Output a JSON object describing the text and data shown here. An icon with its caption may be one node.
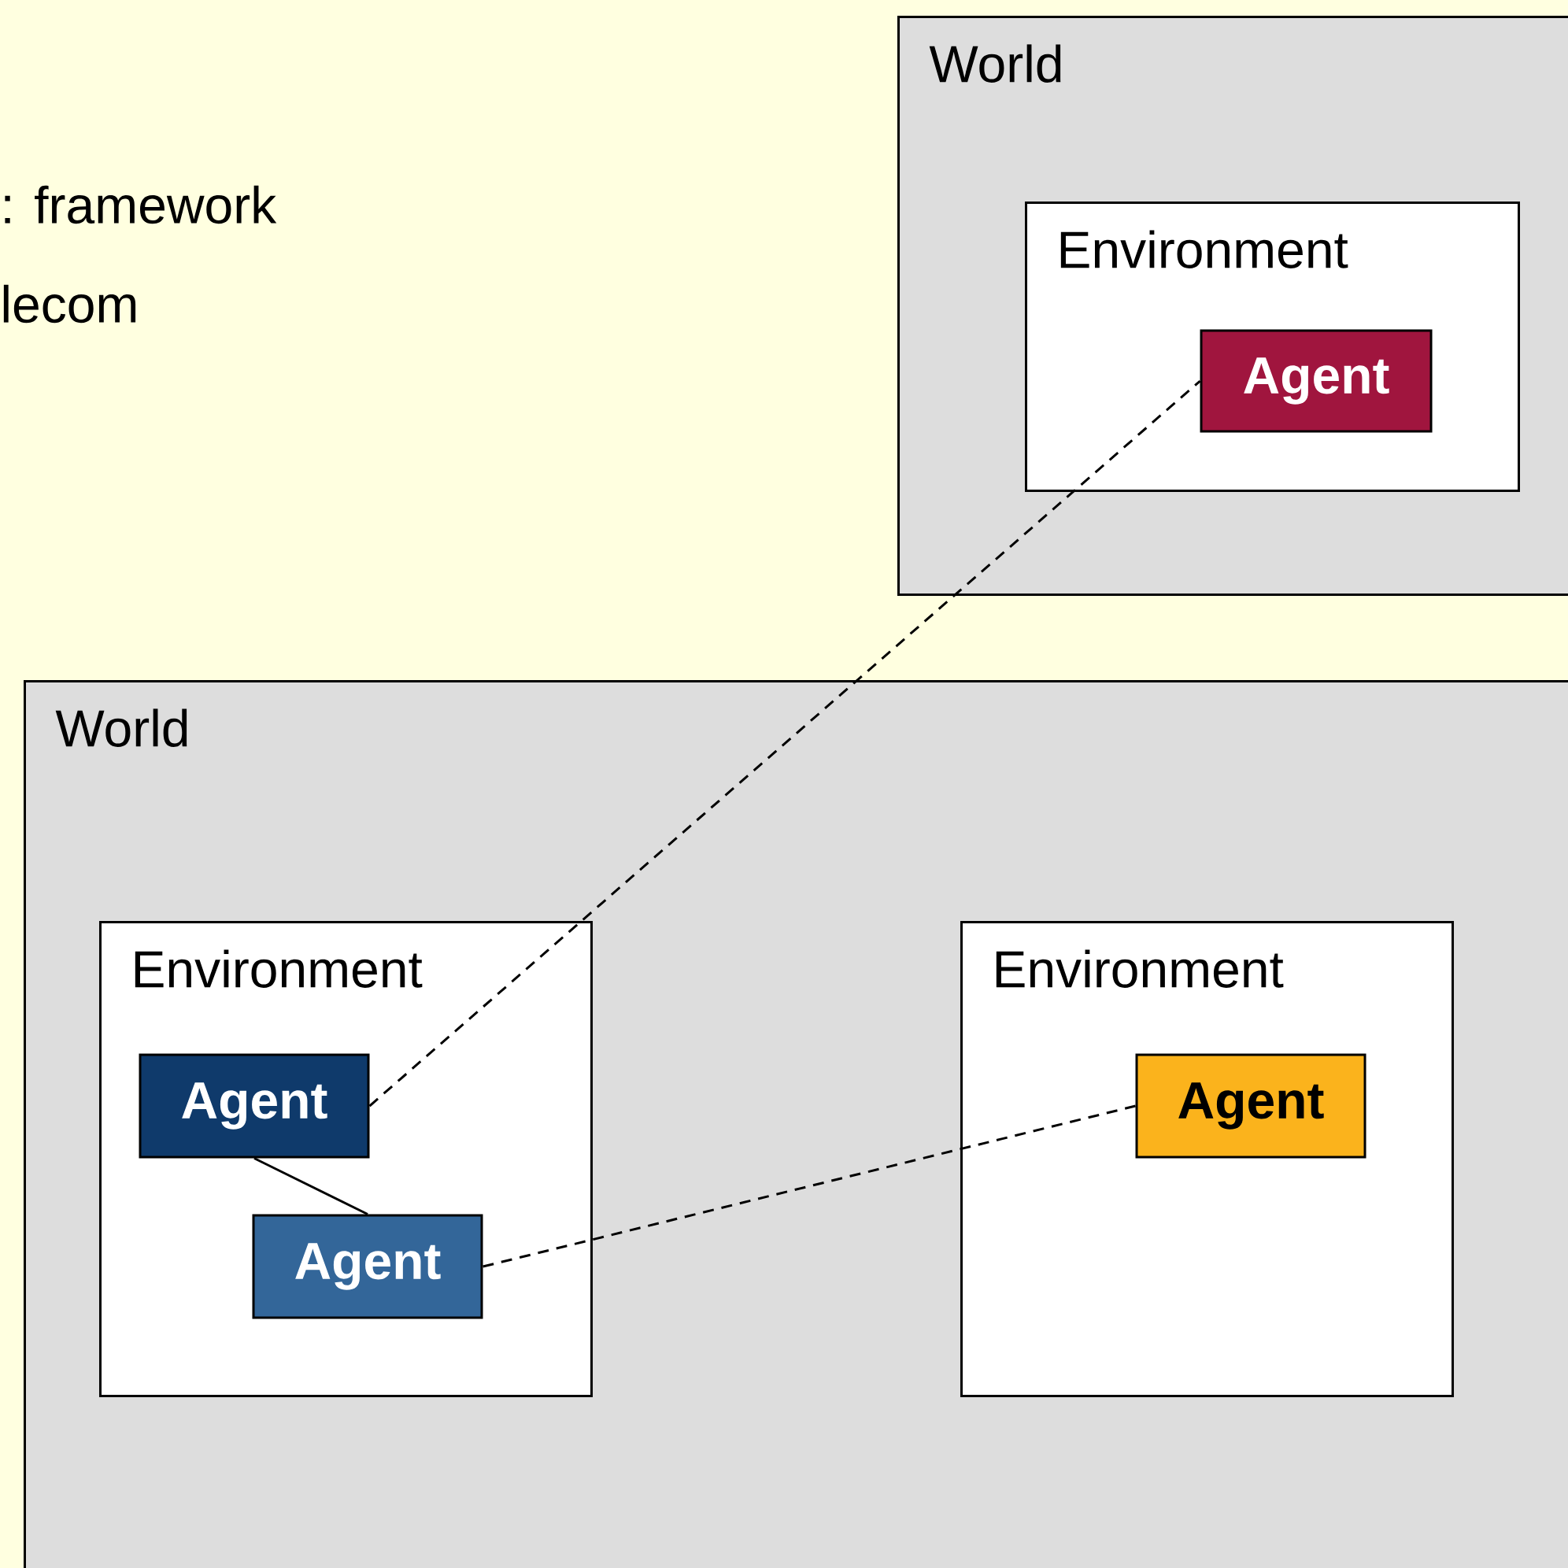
{
  "diagram": {
    "nodes": [
      {
        "text": [
          "World"
        ]
      },
      {
        "text": [
          "Environment"
        ],
        "in": 0
      },
      {
        "text": [
          "Agent"
        ],
        "in": 1
      },
      {
        "text": [
          "World"
        ]
      },
      {
        "text": [
          "Environment"
        ],
        "in": 3
      },
      {
        "text": [
          "Agent"
        ],
        "in": 4
      },
      {
        "text": [
          "Agent"
        ],
        "in": 4
      },
      {
        "text": [
          "Environment"
        ],
        "in": 3
      },
      {
        "text": [
          "Agent"
        ],
        "in": 7
      }
    ],
    "edges": [
      {
        "from": 5,
        "to": 2,
        "arrow": "none",
        "style": "dashed"
      },
      {
        "from": 5,
        "to": 6,
        "arrow": "none"
      },
      {
        "from": 6,
        "to": 8,
        "arrow": "none",
        "style": "dashed"
      }
    ],
    "labels": [
      ": framework",
      "lecom"
    ]
  }
}
